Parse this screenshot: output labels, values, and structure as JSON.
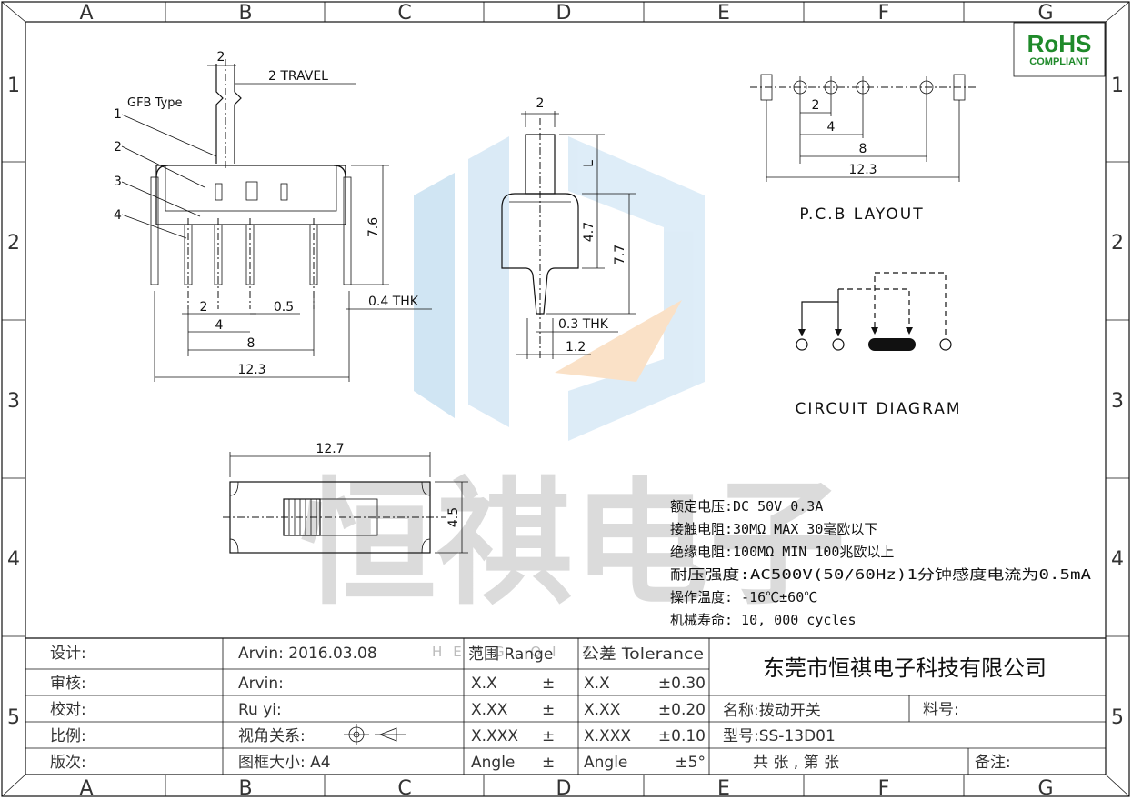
{
  "frame": {
    "columns": [
      "A",
      "B",
      "C",
      "D",
      "E",
      "F",
      "G"
    ],
    "rows": [
      "1",
      "2",
      "3",
      "4",
      "5"
    ]
  },
  "rohs": {
    "title": "RoHS",
    "subtitle": "COMPLIANT",
    "color": "#1f8a2a"
  },
  "side_view": {
    "gfb_type": "GFB Type",
    "callouts": [
      "1",
      "2",
      "3",
      "4"
    ],
    "dim_top": "2",
    "travel": "2 TRAVEL",
    "height": "7.6",
    "thk": "0.4 THK",
    "dim_2": "2",
    "dim_05": "0.5",
    "dim_4": "4",
    "dim_8": "8",
    "dim_123": "12.3"
  },
  "front_view": {
    "dim_top": "2",
    "dim_L": "L",
    "dim_47": "4.7",
    "dim_77": "7.7",
    "thk": "0.3 THK",
    "dim_12": "1.2"
  },
  "top_view": {
    "width": "12.7",
    "height": "4.5"
  },
  "pcb": {
    "dim_2": "2",
    "dim_4": "4",
    "dim_8": "8",
    "dim_123": "12.3",
    "label": "P.C.B LAYOUT"
  },
  "circuit": {
    "label": "CIRCUIT DIAGRAM"
  },
  "watermark": {
    "text": "恒祺电子",
    "latin": "HENG QI ZHI",
    "logo_color": "#a9cfe9",
    "arrow_color": "#f7c99a"
  },
  "specs": [
    "额定电压:DC 50V 0.3A",
    "接触电阻:30MΩ MAX 30毫欧以下",
    "绝缘电阻:100MΩ MIN 100兆欧以上",
    "耐压强度:AC500V(50/60Hz)1分钟感度电流为0.5mA",
    "操作温度: -16℃±60℃",
    "机械寿命: 10, 000 cycles"
  ],
  "title_block": {
    "labels": [
      "设计:",
      "审核:",
      "校对:",
      "比例:",
      "版次:"
    ],
    "col2": [
      "Arvin:  2016.03.08",
      "Arvin:",
      "Ru  yi:",
      "视角关系:",
      "图框大小:  A4"
    ],
    "range_hdr": "范围 Range",
    "tol_hdr": "公差 Tolerance",
    "ranges": [
      "X.X",
      "X.XX",
      "X.XXX",
      "Angle"
    ],
    "pm": "±",
    "tols_left": [
      "X.X",
      "X.XX",
      "X.XXX",
      "Angle"
    ],
    "tols_right": [
      "±0.30",
      "±0.20",
      "±0.10",
      "±5°"
    ],
    "company": "东莞市恒祺电子科技有限公司",
    "name": "名称:拨动开关",
    "part_no": "料号:",
    "model": "型号:SS-13D01",
    "sheet": "共    张  ,  第    张",
    "remark": "备注:"
  }
}
